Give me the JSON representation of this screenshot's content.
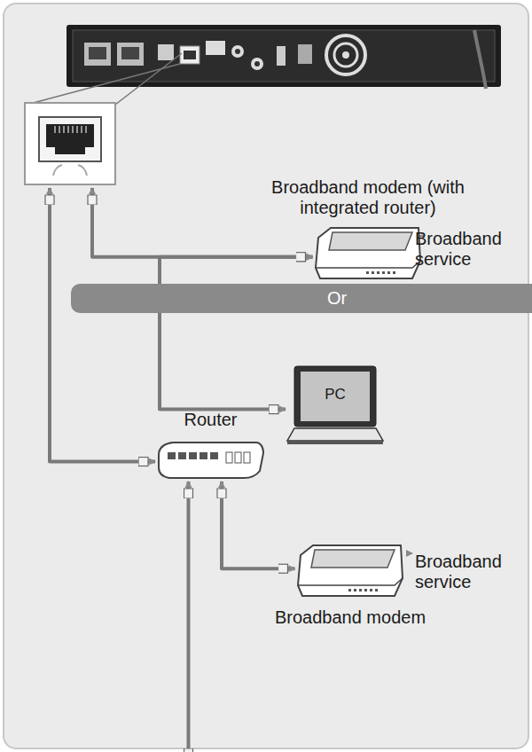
{
  "diagram": {
    "nodes": [
      {
        "text": [
          "Broadband modem (with integrated router)"
        ]
      },
      {
        "text": [
          "Or"
        ]
      },
      {
        "text": [
          "PC"
        ]
      },
      {
        "text": [
          "Router"
        ]
      },
      {
        "text": [
          "Broadband modem"
        ]
      },
      {
        "text": [
          "PC"
        ]
      }
    ],
    "edges": [
      {
        "from": 0,
        "to": 2,
        "arrow": "both"
      },
      {
        "from": 3,
        "to": 4,
        "arrow": "both"
      },
      {
        "from": 3,
        "to": 5,
        "arrow": "both"
      }
    ],
    "labels": [
      "Broadband service",
      "Broadband service"
    ]
  }
}
